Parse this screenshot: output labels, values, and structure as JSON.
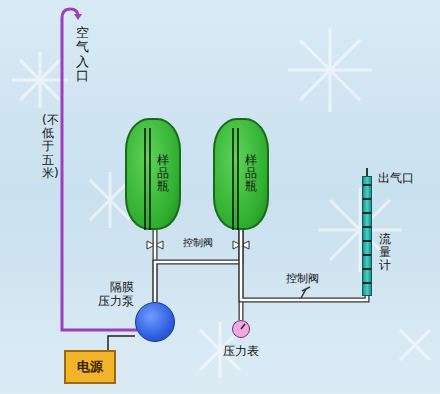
{
  "diagram": {
    "nodes": [
      {
        "text": [
          "样品瓶"
        ]
      },
      {
        "text": [
          "样品瓶"
        ]
      },
      {
        "text": [
          "隔膜 压力泵"
        ]
      },
      {
        "text": [
          "电源"
        ]
      },
      {
        "text": [
          "压力表"
        ]
      },
      {
        "text": [
          "流量计"
        ]
      }
    ],
    "edges": [
      {
        "from": 2,
        "to": 0,
        "arrow": "none"
      },
      {
        "from": 2,
        "to": 1,
        "arrow": "none"
      },
      {
        "from": 3,
        "to": 2,
        "arrow": "none"
      },
      {
        "from": 1,
        "to": 4,
        "arrow": "none"
      },
      {
        "from": 1,
        "to": 5,
        "arrow": "none"
      }
    ],
    "labels": [
      "空气入口",
      "(不低于五米)",
      "控制阀",
      "控制阀",
      "出气口"
    ]
  }
}
